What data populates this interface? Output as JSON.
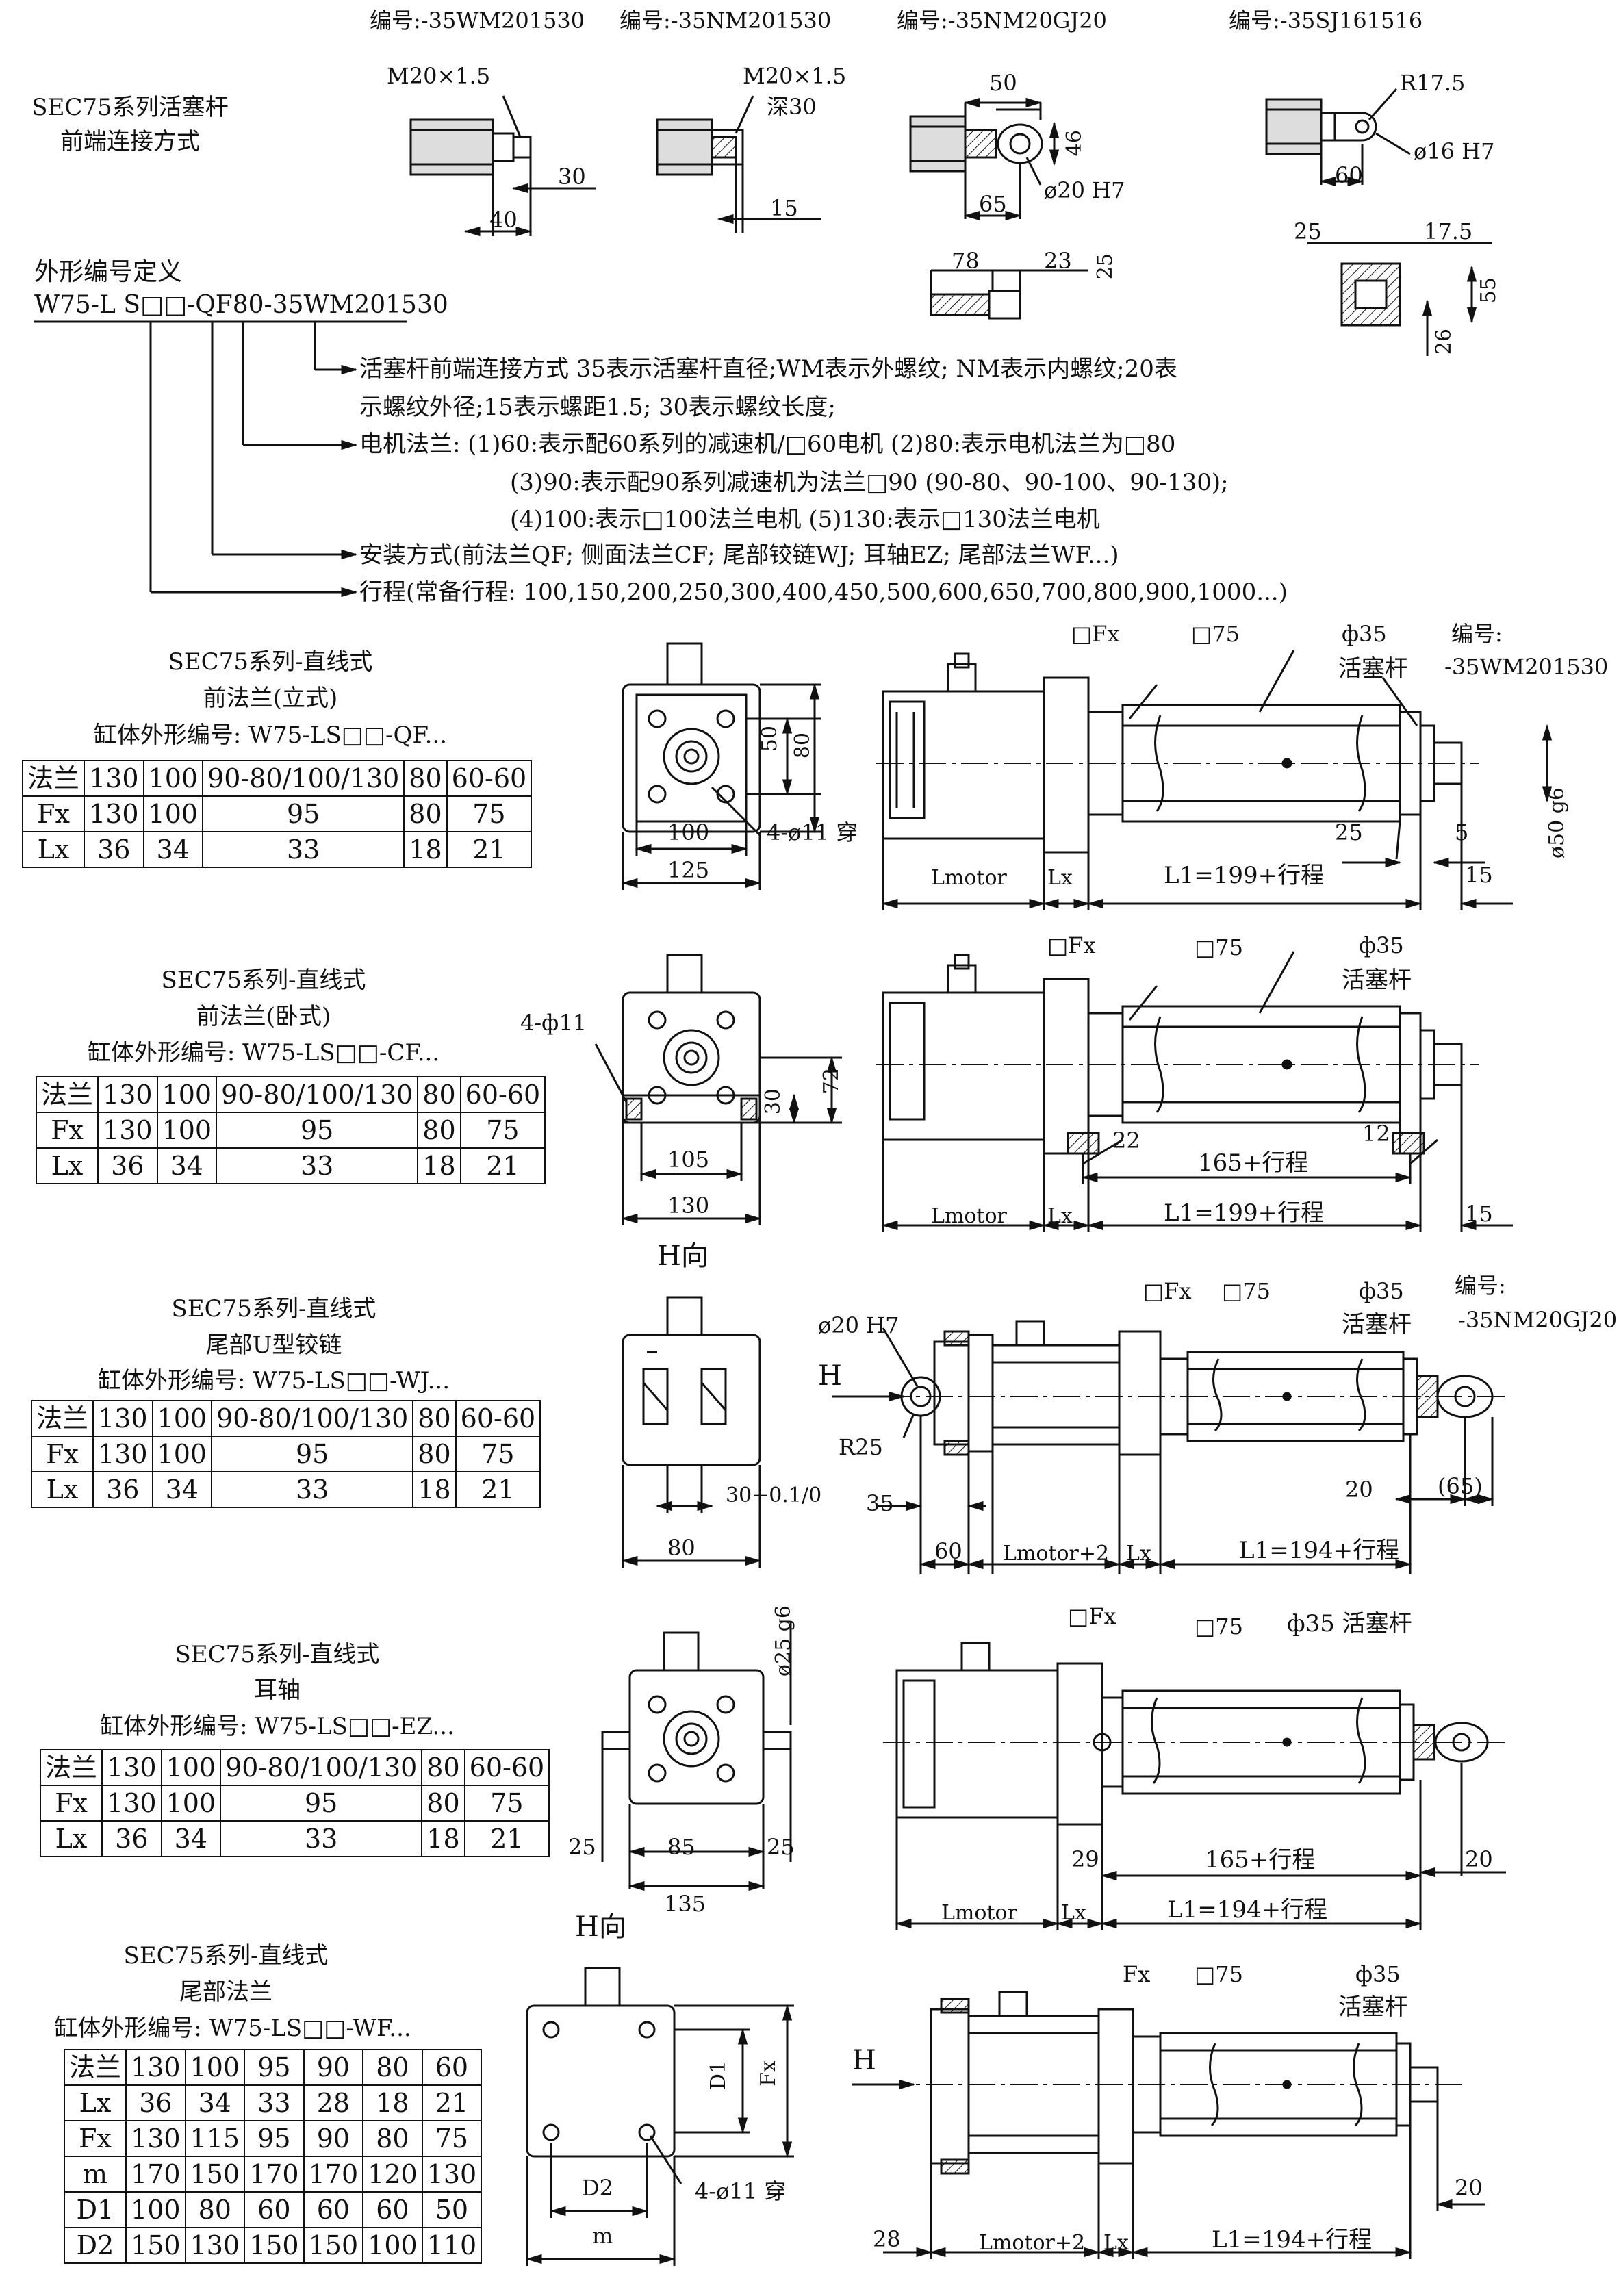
{
  "top_codes": [
    "编号:-35WM201530",
    "编号:-35NM201530",
    "编号:-35NM20GJ20",
    "编号:-35SJ161516"
  ],
  "rod_end": {
    "title_lines": [
      "SEC75系列活塞杆",
      "前端连接方式"
    ],
    "dims": {
      "wm": {
        "thread": "M20×1.5",
        "d1": "30",
        "d2": "40"
      },
      "nm": {
        "thread": "M20×1.5",
        "depth": "深30",
        "d1": "15"
      },
      "gj": {
        "w": "50",
        "h": "46",
        "bore": "ø20 H7",
        "len": "65",
        "l1": "78",
        "l2": "23",
        "h2": "25"
      },
      "sj": {
        "r": "R17.5",
        "bore": "ø16 H7",
        "len": "60",
        "w1": "25",
        "w2": "17.5",
        "h1": "55",
        "h2": "26"
      }
    }
  },
  "definition": {
    "title": "外形编号定义",
    "code_parts": [
      "W75-L",
      " S□□-",
      "QF",
      "80",
      "-35WM201530"
    ],
    "lines": [
      "活塞杆前端连接方式  35表示活塞杆直径;WM表示外螺纹; NM表示内螺纹;20表",
      "示螺纹外径;15表示螺距1.5; 30表示螺纹长度;",
      "电机法兰: (1)60:表示配60系列的减速机/□60电机  (2)80:表示电机法兰为□80",
      "(3)90:表示配90系列减速机为法兰□90 (90-80、90-100、90-130);",
      "(4)100:表示□100法兰电机  (5)130:表示□130法兰电机",
      "安装方式(前法兰QF; 侧面法兰CF; 尾部铰链WJ; 耳轴EZ; 尾部法兰WF...)",
      "行程(常备行程: 100,150,200,250,300,400,450,500,600,650,700,800,900,1000...)"
    ]
  },
  "sections": [
    {
      "title": [
        "SEC75系列-直线式",
        "前法兰(立式)",
        "缸体外形编号: W75-LS□□-QF..."
      ],
      "table": [
        [
          "法兰",
          "130",
          "100",
          "90-80/100/130",
          "80",
          "60-60"
        ],
        [
          "Fx",
          "130",
          "100",
          "95",
          "80",
          "75"
        ],
        [
          "Lx",
          "36",
          "34",
          "33",
          "18",
          "21"
        ]
      ],
      "side": {
        "d50": "50",
        "d80": "80",
        "d100": "100",
        "d125": "125",
        "holes": "4-ø11 穿"
      },
      "front": {
        "fx": "□Fx",
        "sq": "□75",
        "rod": "ф35",
        "rod_label": "活塞杆",
        "code_a": "编号:",
        "code_b": "-35WM201530",
        "d25": "25",
        "d5": "5",
        "d15": "15",
        "dia": "ø50 g6",
        "lmotor": "Lmotor",
        "lx": "Lx",
        "l1": "L1=199+行程"
      }
    },
    {
      "title": [
        "SEC75系列-直线式",
        "前法兰(卧式)",
        "缸体外形编号: W75-LS□□-CF..."
      ],
      "table": [
        [
          "法兰",
          "130",
          "100",
          "90-80/100/130",
          "80",
          "60-60"
        ],
        [
          "Fx",
          "130",
          "100",
          "95",
          "80",
          "75"
        ],
        [
          "Lx",
          "36",
          "34",
          "33",
          "18",
          "21"
        ]
      ],
      "side": {
        "holes": "4-ф11",
        "d30": "30",
        "d72": "72",
        "d105": "105",
        "d130": "130"
      },
      "front": {
        "fx": "□Fx",
        "sq": "□75",
        "rod": "ф35",
        "rod_label": "活塞杆",
        "d22": "22",
        "d165": "165+行程",
        "d12": "12",
        "lmotor": "Lmotor",
        "lx": "Lx",
        "l1": "L1=199+行程",
        "d15": "15"
      }
    },
    {
      "title": [
        "SEC75系列-直线式",
        "尾部U型铰链",
        "缸体外形编号: W75-LS□□-WJ..."
      ],
      "table": [
        [
          "法兰",
          "130",
          "100",
          "90-80/100/130",
          "80",
          "60-60"
        ],
        [
          "Fx",
          "130",
          "100",
          "95",
          "80",
          "75"
        ],
        [
          "Lx",
          "36",
          "34",
          "33",
          "18",
          "21"
        ]
      ],
      "side": {
        "view": "H向",
        "d30": "30+0.1/0",
        "d80": "80"
      },
      "front": {
        "h": "H",
        "bore": "ø20 H7",
        "r": "R25",
        "fx": "□Fx",
        "sq": "□75",
        "rod": "ф35",
        "rod_label": "活塞杆",
        "code_a": "编号:",
        "code_b": "-35NM20GJ20",
        "d35": "35",
        "d60": "60",
        "lmotor": "Lmotor+2",
        "lx": "Lx",
        "l1": "L1=194+行程",
        "d20": "20",
        "d65": "(65)"
      }
    },
    {
      "title": [
        "SEC75系列-直线式",
        "耳轴",
        "缸体外形编号: W75-LS□□-EZ..."
      ],
      "table": [
        [
          "法兰",
          "130",
          "100",
          "90-80/100/130",
          "80",
          "60-60"
        ],
        [
          "Fx",
          "130",
          "100",
          "95",
          "80",
          "75"
        ],
        [
          "Lx",
          "36",
          "34",
          "33",
          "18",
          "21"
        ]
      ],
      "side": {
        "dia": "ø25 g6",
        "d25a": "25",
        "d85": "85",
        "d25b": "25",
        "d135": "135"
      },
      "front": {
        "fx": "□Fx",
        "sq": "□75",
        "rod": "ф35 活塞杆",
        "d29": "29",
        "d165": "165+行程",
        "d20": "20",
        "lmotor": "Lmotor",
        "lx": "Lx",
        "l1": "L1=194+行程"
      }
    },
    {
      "title": [
        "SEC75系列-直线式",
        "尾部法兰",
        "缸体外形编号: W75-LS□□-WF..."
      ],
      "table": [
        [
          "法兰",
          "130",
          "100",
          "95",
          "90",
          "80",
          "60"
        ],
        [
          "Lx",
          "36",
          "34",
          "33",
          "28",
          "18",
          "21"
        ],
        [
          "Fx",
          "130",
          "115",
          "95",
          "90",
          "80",
          "75"
        ],
        [
          "m",
          "170",
          "150",
          "170",
          "170",
          "120",
          "130"
        ],
        [
          "D1",
          "100",
          "80",
          "60",
          "60",
          "60",
          "50"
        ],
        [
          "D2",
          "150",
          "130",
          "150",
          "150",
          "100",
          "110"
        ]
      ],
      "side": {
        "view": "H向",
        "d1": "D1",
        "fx": "Fx",
        "d2": "D2",
        "m": "m",
        "holes": "4-ø11 穿"
      },
      "front": {
        "h": "H",
        "fx": "Fx",
        "sq": "□75",
        "rod": "ф35",
        "rod_label": "活塞杆",
        "d20": "20",
        "d28": "28",
        "lmotor": "Lmotor+2",
        "lx": "Lx",
        "l1": "L1=194+行程"
      }
    }
  ]
}
